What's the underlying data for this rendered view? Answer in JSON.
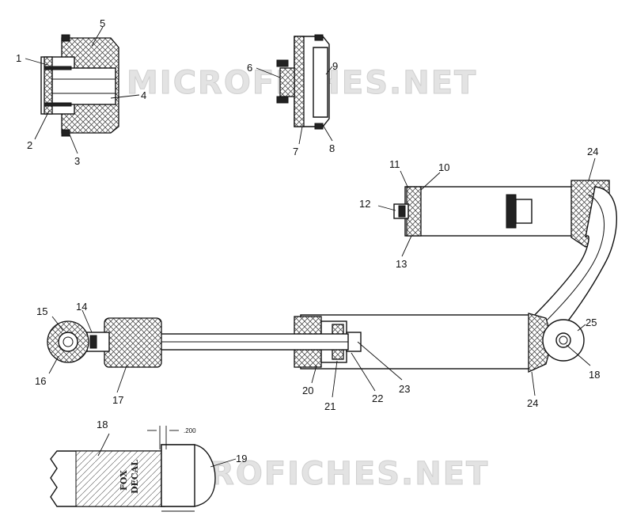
{
  "watermarks": [
    "MICROFICHES.NET",
    "MICROFICHES.NET"
  ],
  "callouts": [
    "1",
    "2",
    "3",
    "4",
    "5",
    "6",
    "7",
    "8",
    "9",
    "10",
    "11",
    "12",
    "13",
    "14",
    "15",
    "16",
    "17",
    "18",
    "19",
    "20",
    "21",
    "22",
    "23",
    "24",
    "24",
    "25",
    "18"
  ],
  "dimension_label": ".200",
  "decal_lines": [
    "FOX",
    "DECAL"
  ]
}
